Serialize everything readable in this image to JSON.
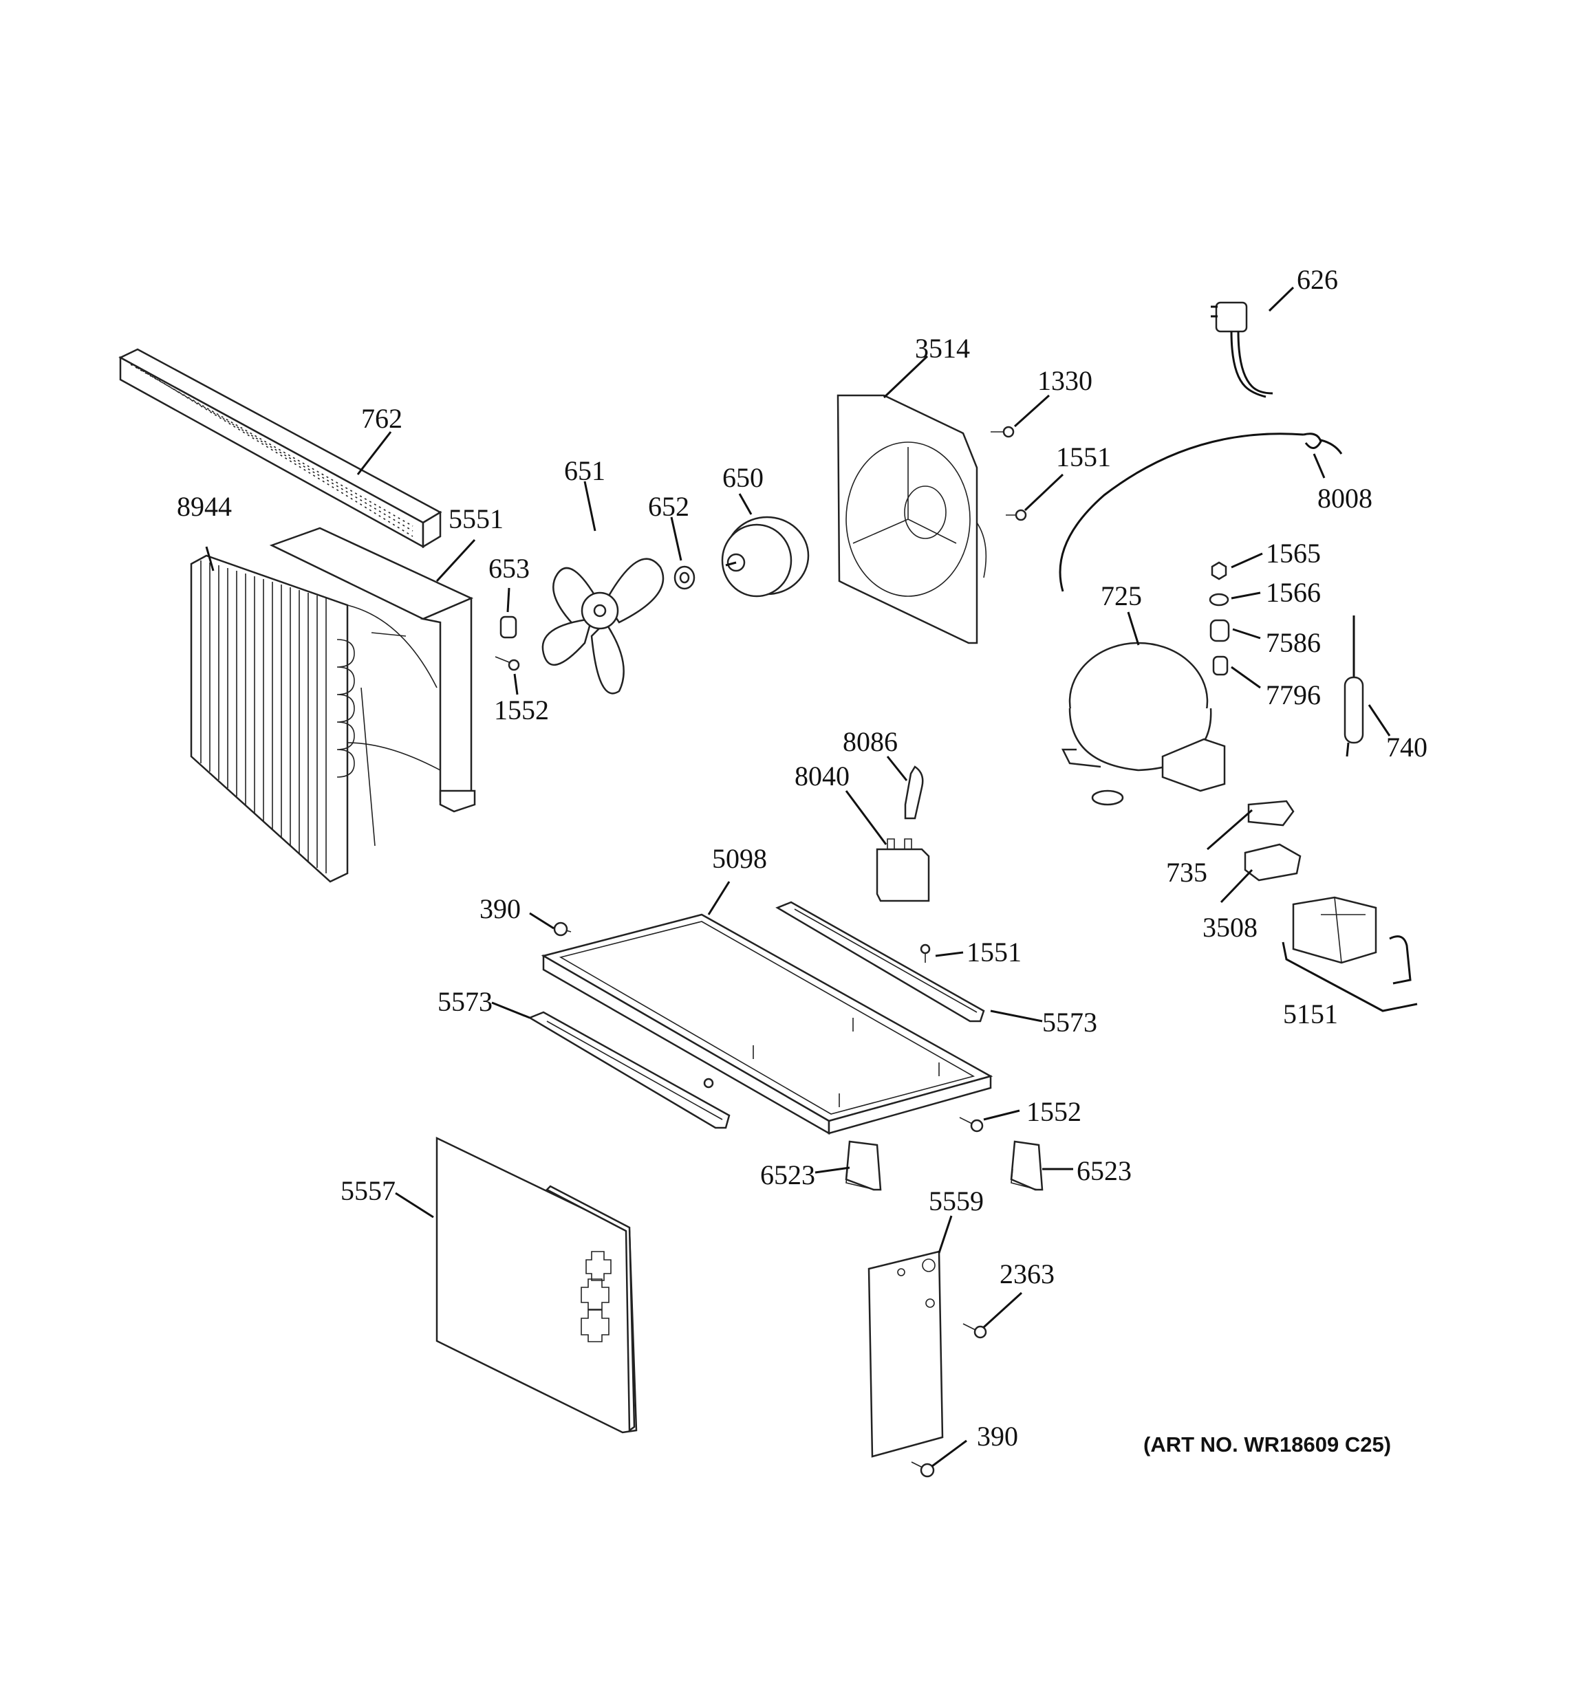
{
  "diagram": {
    "art_number": "(ART NO. WR18609 C25)",
    "callouts": [
      {
        "id": "c626",
        "text": "626"
      },
      {
        "id": "c3514",
        "text": "3514"
      },
      {
        "id": "c1330",
        "text": "1330"
      },
      {
        "id": "c1551a",
        "text": "1551"
      },
      {
        "id": "c8008",
        "text": "8008"
      },
      {
        "id": "c762",
        "text": "762"
      },
      {
        "id": "c651",
        "text": "651"
      },
      {
        "id": "c650",
        "text": "650"
      },
      {
        "id": "c652",
        "text": "652"
      },
      {
        "id": "c8944",
        "text": "8944"
      },
      {
        "id": "c5551",
        "text": "5551"
      },
      {
        "id": "c653",
        "text": "653"
      },
      {
        "id": "c1552a",
        "text": "1552"
      },
      {
        "id": "c1565",
        "text": "1565"
      },
      {
        "id": "c1566",
        "text": "1566"
      },
      {
        "id": "c725",
        "text": "725"
      },
      {
        "id": "c7586",
        "text": "7586"
      },
      {
        "id": "c7796",
        "text": "7796"
      },
      {
        "id": "c740",
        "text": "740"
      },
      {
        "id": "c8086",
        "text": "8086"
      },
      {
        "id": "c8040",
        "text": "8040"
      },
      {
        "id": "c735",
        "text": "735"
      },
      {
        "id": "c5098",
        "text": "5098"
      },
      {
        "id": "c390a",
        "text": "390"
      },
      {
        "id": "c3508",
        "text": "3508"
      },
      {
        "id": "c1551b",
        "text": "1551"
      },
      {
        "id": "c5573a",
        "text": "5573"
      },
      {
        "id": "c5573b",
        "text": "5573"
      },
      {
        "id": "c5151",
        "text": "5151"
      },
      {
        "id": "c1552b",
        "text": "1552"
      },
      {
        "id": "c6523a",
        "text": "6523"
      },
      {
        "id": "c6523b",
        "text": "6523"
      },
      {
        "id": "c5557",
        "text": "5557"
      },
      {
        "id": "c5559",
        "text": "5559"
      },
      {
        "id": "c2363",
        "text": "2363"
      },
      {
        "id": "c390b",
        "text": "390"
      }
    ]
  }
}
